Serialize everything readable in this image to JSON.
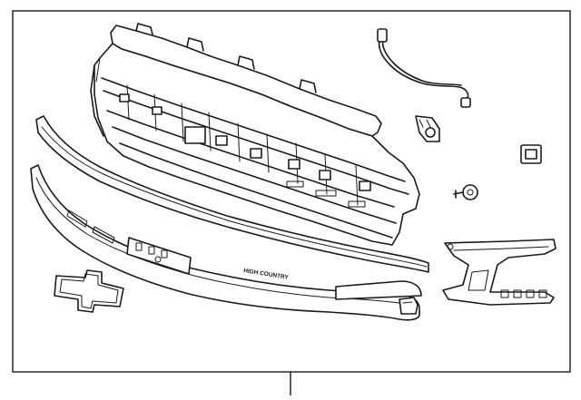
{
  "diagram": {
    "bumper_text": "HIGH COUNTRY",
    "colors": {
      "line": "#1a1a1a",
      "background": "#ffffff"
    },
    "parts": [
      "grille-assembly",
      "wiring-harness",
      "camera-bracket",
      "clip",
      "push-pin-fastener",
      "grille-bar-upper",
      "grille-molding-lower",
      "emblem",
      "side-bracket",
      "filler-cap"
    ]
  }
}
